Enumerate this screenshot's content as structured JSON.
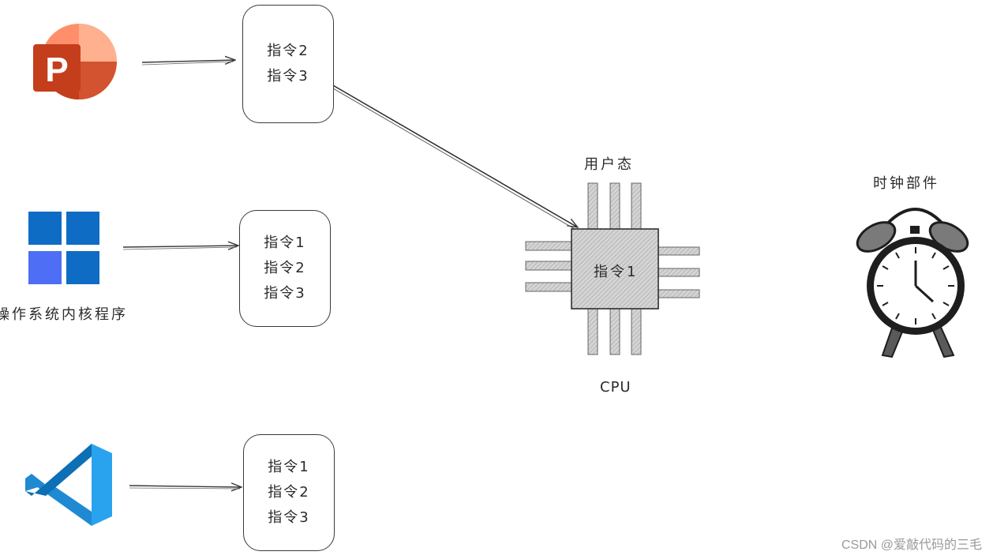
{
  "instruction_boxes": [
    {
      "lines": [
        "指令2",
        "指令3"
      ]
    },
    {
      "lines": [
        "指令1",
        "指令2",
        "指令3"
      ]
    },
    {
      "lines": [
        "指令1",
        "指令2",
        "指令3"
      ]
    }
  ],
  "os_label": "操作系统内核程序",
  "cpu": {
    "mode_label": "用户态",
    "chip_text": "指令1",
    "name": "CPU"
  },
  "clock_label": "时钟部件",
  "icons": [
    "powerpoint-icon",
    "windows-icon",
    "vscode-icon",
    "cpu-chip-icon",
    "alarm-clock-icon"
  ],
  "colors": {
    "powerpoint_dark": "#c43e1c",
    "powerpoint_light": "#ff8f6b",
    "windows_blue": "#0f6cc4",
    "windows_light": "#4d6ef5",
    "vscode_blue": "#1f8ad2",
    "vscode_light": "#2aa3ef"
  },
  "watermark": "CSDN @爱敲代码的三毛"
}
